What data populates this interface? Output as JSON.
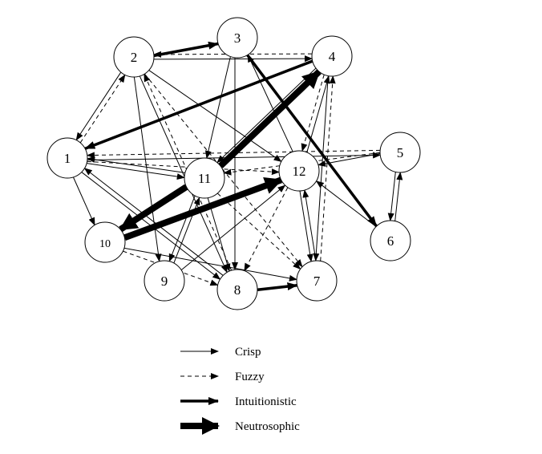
{
  "nodes": [
    {
      "id": "1",
      "label": "1"
    },
    {
      "id": "2",
      "label": "2"
    },
    {
      "id": "3",
      "label": "3"
    },
    {
      "id": "4",
      "label": "4"
    },
    {
      "id": "5",
      "label": "5"
    },
    {
      "id": "6",
      "label": "6"
    },
    {
      "id": "7",
      "label": "7"
    },
    {
      "id": "8",
      "label": "8"
    },
    {
      "id": "9",
      "label": "9"
    },
    {
      "id": "10",
      "label": "10"
    },
    {
      "id": "11",
      "label": "11"
    },
    {
      "id": "12",
      "label": "12"
    }
  ],
  "edges": [
    {
      "from": "2",
      "to": "3",
      "type": "intuitionistic"
    },
    {
      "from": "3",
      "to": "6",
      "type": "intuitionistic"
    },
    {
      "from": "4",
      "to": "1",
      "type": "intuitionistic"
    },
    {
      "from": "8",
      "to": "7",
      "type": "intuitionistic"
    },
    {
      "from": "11",
      "to": "4",
      "type": "neutrosophic"
    },
    {
      "from": "11",
      "to": "10",
      "type": "neutrosophic"
    },
    {
      "from": "10",
      "to": "12",
      "type": "neutrosophic"
    },
    {
      "from": "2",
      "to": "1",
      "type": "crisp"
    },
    {
      "from": "1",
      "to": "2",
      "type": "fuzzy"
    },
    {
      "from": "2",
      "to": "4",
      "type": "crisp"
    },
    {
      "from": "4",
      "to": "2",
      "type": "fuzzy"
    },
    {
      "from": "2",
      "to": "12",
      "type": "crisp"
    },
    {
      "from": "2",
      "to": "9",
      "type": "crisp"
    },
    {
      "from": "2",
      "to": "8",
      "type": "crisp"
    },
    {
      "from": "8",
      "to": "2",
      "type": "fuzzy"
    },
    {
      "from": "2",
      "to": "7",
      "type": "fuzzy"
    },
    {
      "from": "3",
      "to": "11",
      "type": "crisp"
    },
    {
      "from": "12",
      "to": "3",
      "type": "crisp"
    },
    {
      "from": "3",
      "to": "8",
      "type": "crisp"
    },
    {
      "from": "4",
      "to": "12",
      "type": "fuzzy"
    },
    {
      "from": "12",
      "to": "4",
      "type": "crisp"
    },
    {
      "from": "4",
      "to": "11",
      "type": "crisp"
    },
    {
      "from": "4",
      "to": "7",
      "type": "crisp"
    },
    {
      "from": "7",
      "to": "4",
      "type": "fuzzy"
    },
    {
      "from": "1",
      "to": "5",
      "type": "crisp"
    },
    {
      "from": "5",
      "to": "1",
      "type": "fuzzy"
    },
    {
      "from": "1",
      "to": "10",
      "type": "crisp"
    },
    {
      "from": "1",
      "to": "11",
      "type": "crisp"
    },
    {
      "from": "11",
      "to": "1",
      "type": "crisp"
    },
    {
      "from": "1",
      "to": "8",
      "type": "crisp"
    },
    {
      "from": "8",
      "to": "1",
      "type": "crisp"
    },
    {
      "from": "1",
      "to": "12",
      "type": "fuzzy"
    },
    {
      "from": "5",
      "to": "11",
      "type": "fuzzy"
    },
    {
      "from": "5",
      "to": "12",
      "type": "crisp"
    },
    {
      "from": "6",
      "to": "5",
      "type": "crisp"
    },
    {
      "from": "5",
      "to": "6",
      "type": "crisp"
    },
    {
      "from": "6",
      "to": "12",
      "type": "crisp"
    },
    {
      "from": "12",
      "to": "7",
      "type": "crisp"
    },
    {
      "from": "7",
      "to": "12",
      "type": "crisp"
    },
    {
      "from": "12",
      "to": "8",
      "type": "fuzzy"
    },
    {
      "from": "11",
      "to": "8",
      "type": "crisp"
    },
    {
      "from": "9",
      "to": "11",
      "type": "crisp"
    },
    {
      "from": "11",
      "to": "9",
      "type": "crisp"
    },
    {
      "from": "10",
      "to": "8",
      "type": "fuzzy"
    },
    {
      "from": "9",
      "to": "12",
      "type": "crisp"
    },
    {
      "from": "11",
      "to": "7",
      "type": "fuzzy"
    },
    {
      "from": "10",
      "to": "7",
      "type": "crisp"
    }
  ],
  "legend": [
    {
      "type": "crisp",
      "label": "Crisp"
    },
    {
      "type": "fuzzy",
      "label": "Fuzzy"
    },
    {
      "type": "intuitionistic",
      "label": "Intuitionistic"
    },
    {
      "type": "neutrosophic",
      "label": "Neutrosophic"
    }
  ],
  "colors": {
    "stroke": "#000000",
    "node_fill": "#ffffff"
  }
}
